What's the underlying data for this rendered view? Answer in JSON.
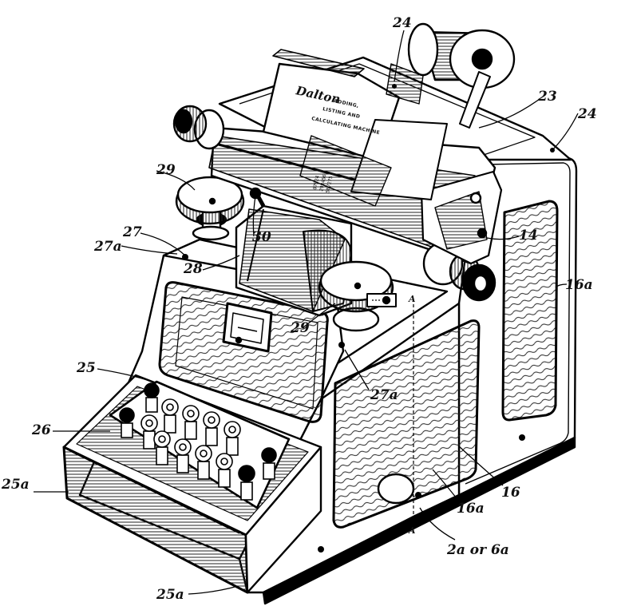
{
  "drawing": {
    "brand_name": "Dalton",
    "brand_line_1": "ADDING,",
    "brand_line_2": "LISTING AND",
    "brand_line_3": "CALCULATING MACHINE",
    "tape_row_1": "07824",
    "tape_row_2": "298456",
    "tape_row_3": "587275"
  },
  "labels": {
    "l24_top": "24",
    "l23": "23",
    "l24_right": "24",
    "l29_left": "29",
    "l27": "27",
    "l27a_left": "27a",
    "l30": "30",
    "l28": "28",
    "l14": "14",
    "l16a_right": "16a",
    "l29_center": "29",
    "l25": "25",
    "l27a_center": "27a",
    "l26": "26",
    "l25a_left": "25a",
    "l16": "16",
    "l16a_bottom": "16a",
    "lA_top": "A",
    "lA_bottom": "A",
    "l2a6a": "2a or 6a",
    "l25a_bottom": "25a"
  }
}
